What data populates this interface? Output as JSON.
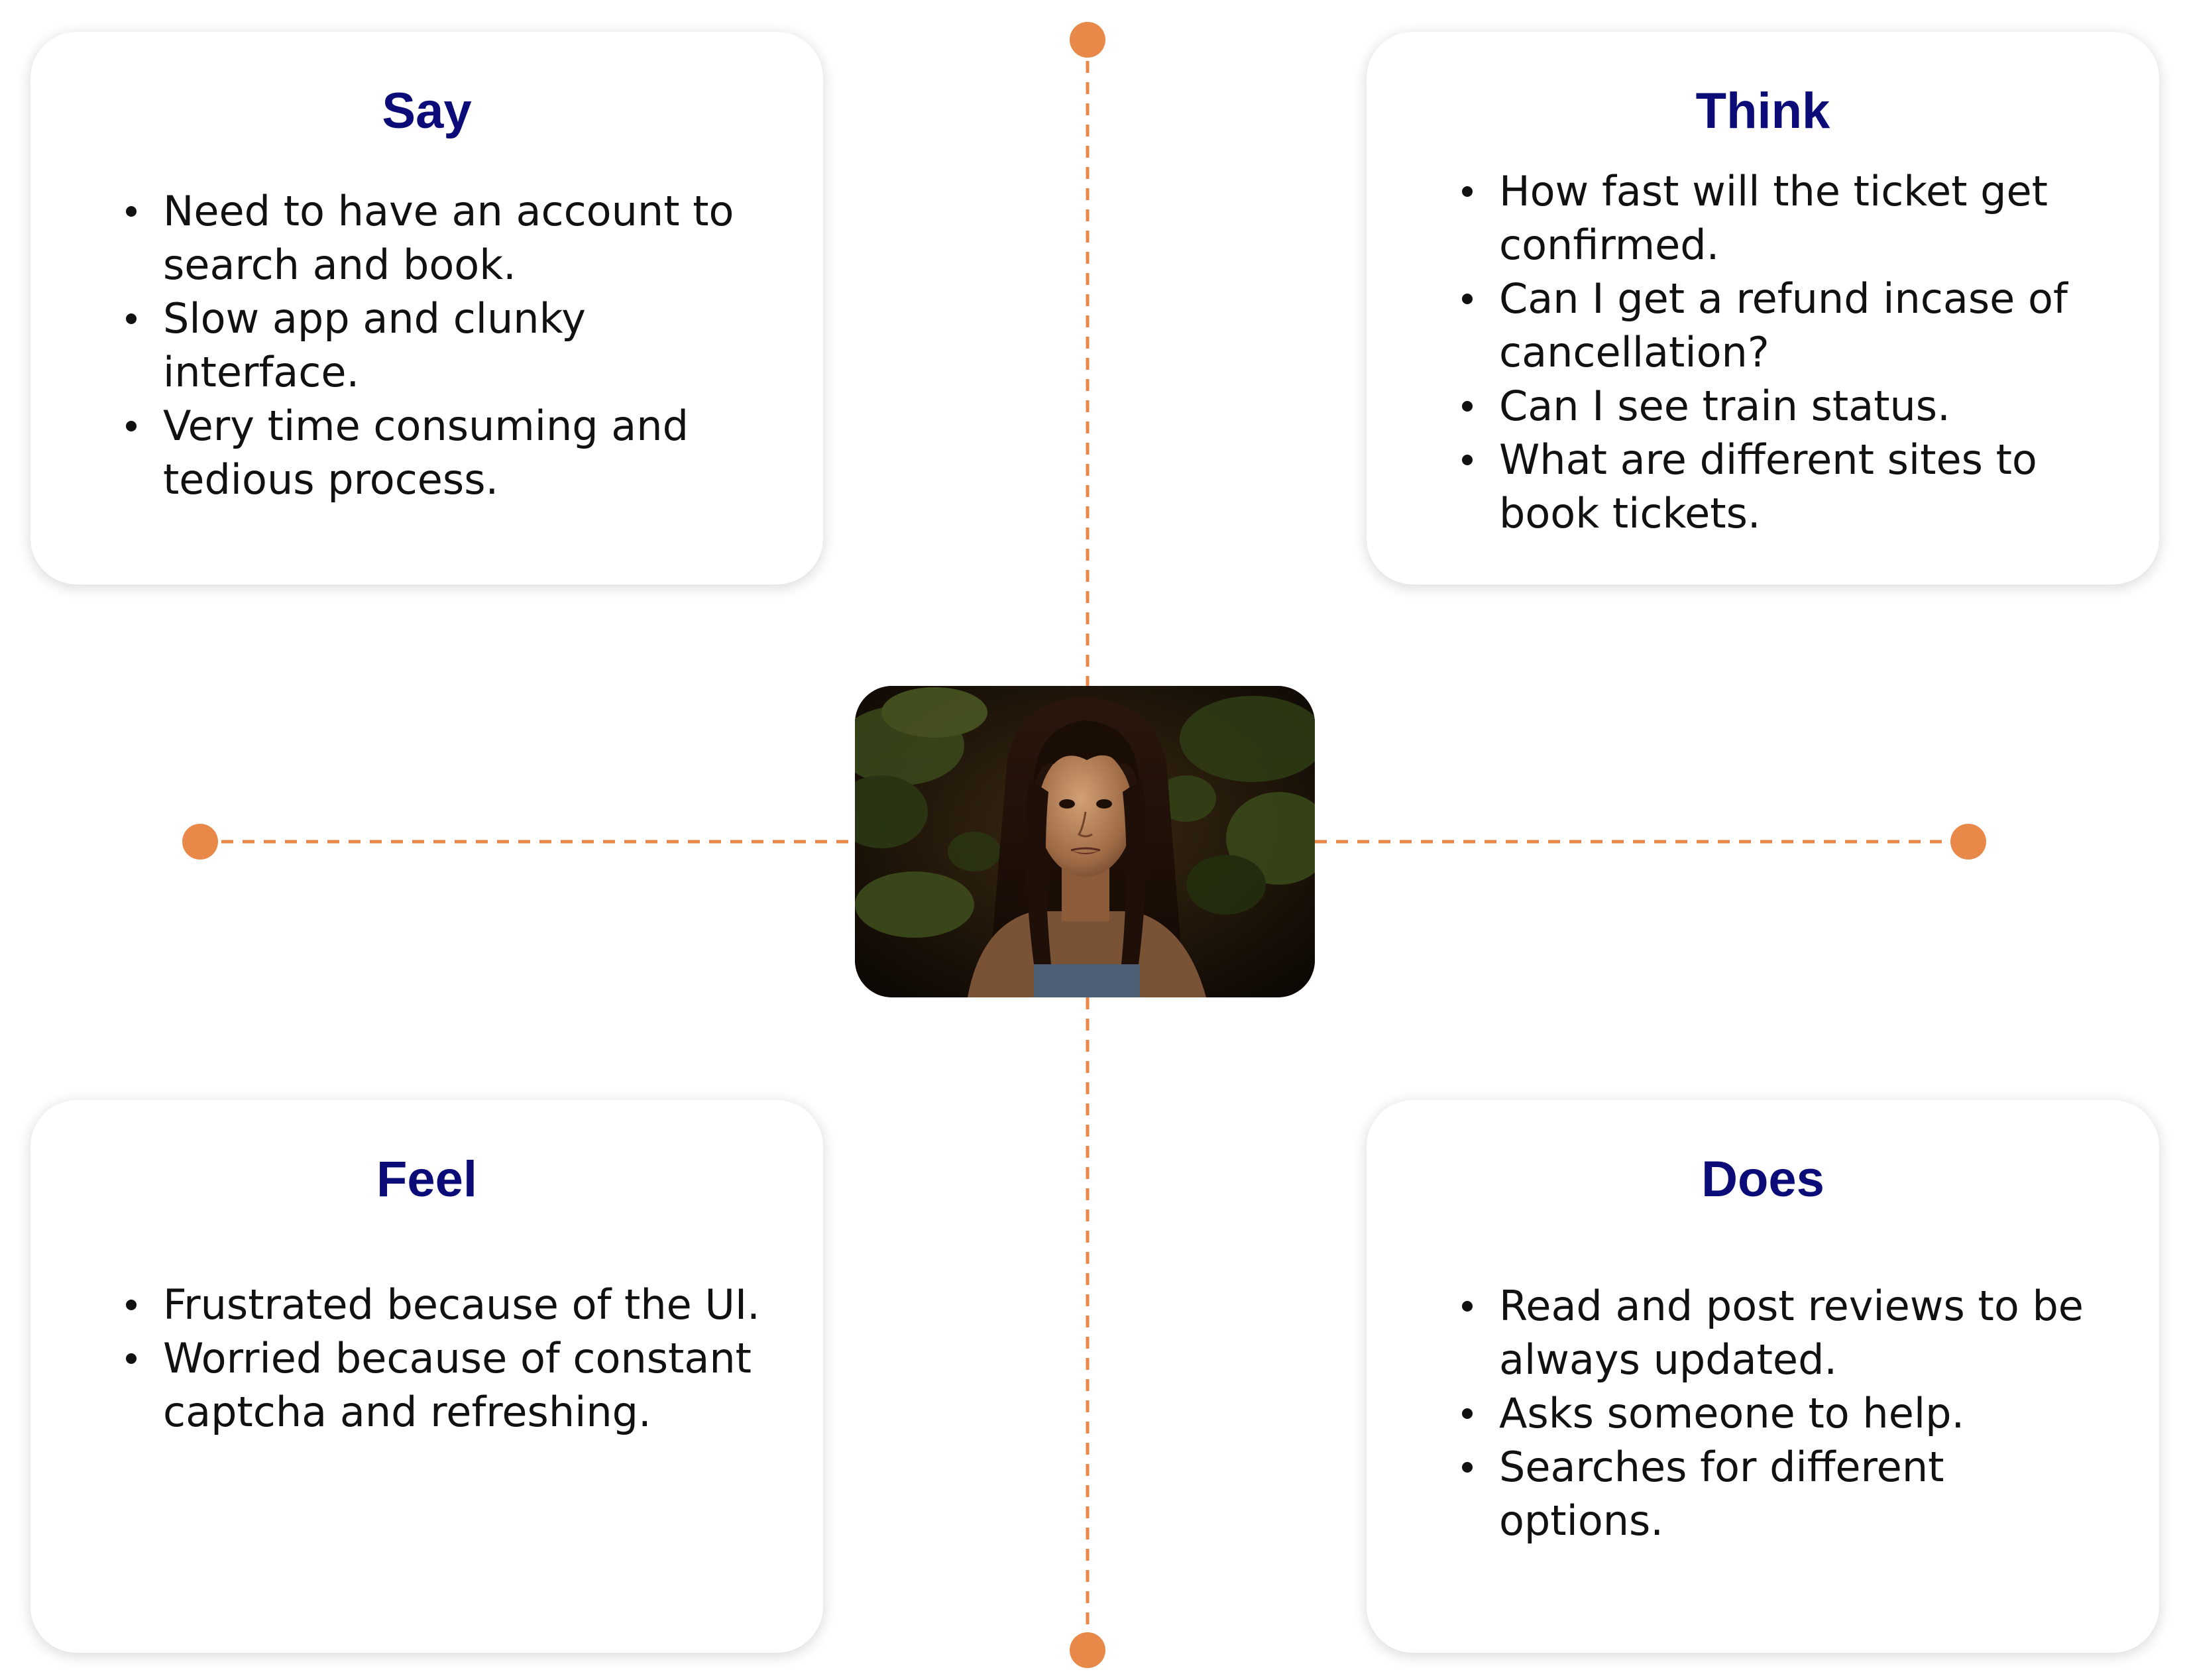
{
  "colors": {
    "accent": "#E8894A",
    "title": "#0C0C78",
    "text": "#111111",
    "card_background": "#FFFFFF"
  },
  "quadrants": {
    "say": {
      "title": "Say",
      "items": [
        "Need to have an account to search and book.",
        "Slow app and clunky interface.",
        "Very time consuming and tedious process."
      ]
    },
    "think": {
      "title": "Think",
      "items": [
        "How fast will the ticket get confirmed.",
        "Can I get a refund incase of cancellation?",
        "Can I see train status.",
        "What are different sites to book tickets."
      ]
    },
    "feel": {
      "title": "Feel",
      "items": [
        "Frustrated because of the UI.",
        "Worried because of constant captcha and refreshing."
      ]
    },
    "does": {
      "title": "Does",
      "items": [
        "Read and post reviews to be always updated.",
        "Asks someone to help.",
        "Searches for different options."
      ]
    }
  },
  "center": {
    "image": "persona-portrait"
  }
}
